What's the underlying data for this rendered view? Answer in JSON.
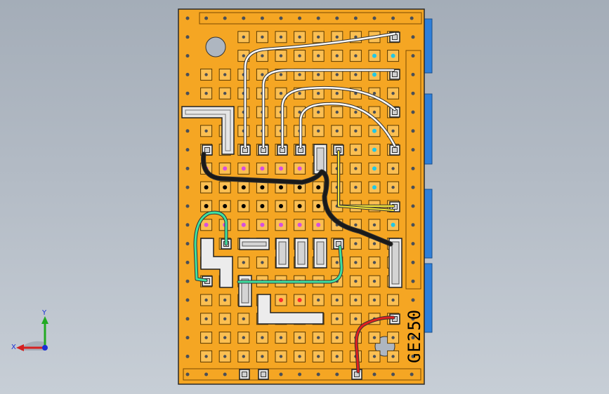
{
  "board": {
    "label": "GE250",
    "colors": {
      "background": "#a4adb8",
      "board_fill": "#f5a623",
      "board_edge": "#2a2a2a",
      "pad_fill": "#fbbf52",
      "hole": "#4a4f57",
      "connector": "#2e7fd9",
      "wire_white": "#ffffff",
      "wire_black": "#1a1a1a",
      "wire_green": "#3fe0a0",
      "wire_red": "#e02020",
      "wire_yellow": "#f6e83a",
      "dot_magenta": "#d64fe0",
      "dot_cyan": "#22c8e6",
      "dot_red": "#ff2b2b",
      "dot_black": "#000000"
    }
  },
  "triad": {
    "x_label": "X",
    "y_label": "Y",
    "x_color": "#d62020",
    "y_color": "#22aa22",
    "z_color": "#1b2fd6"
  }
}
